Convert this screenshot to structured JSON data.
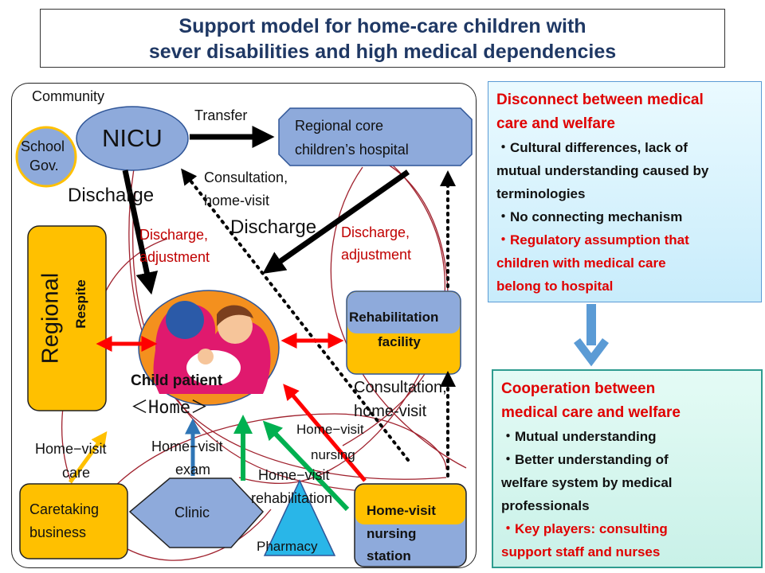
{
  "title": {
    "line1": "Support model for home-care children with",
    "line2": "sever disabilities and high medical dependencies"
  },
  "community_label": "Community",
  "nodes": {
    "nicu": "NICU",
    "school_gov_line1": "School",
    "school_gov_line2": "Gov.",
    "regional_hospital_line1": "Regional core",
    "regional_hospital_line2": "children’s hospital",
    "regional": "Regional",
    "respite": "Respite",
    "rehab_line1": "Rehabilitation",
    "rehab_line2": "facility",
    "child_line1": "Child patient",
    "child_line2": "＜Home＞",
    "caretaking_line1": "Caretaking",
    "caretaking_line2": "business",
    "clinic": "Clinic",
    "pharmacy": "Pharmacy",
    "hv_station_line1": "Home-visit",
    "hv_station_line2": "nursing",
    "hv_station_line3": "station"
  },
  "edge_labels": {
    "transfer": "Transfer",
    "consult_top_line1": "Consultation,",
    "consult_top_line2": "home-visit",
    "discharge_left": "Discharge",
    "discharge_center": "Discharge",
    "discharge_adj_left_line1": "Discharge,",
    "discharge_adj_left_line2": "adjustment",
    "discharge_adj_right_line1": "Discharge,",
    "discharge_adj_right_line2": "adjustment",
    "consult_right_line1": "Consultation,",
    "consult_right_line2": "home-visit",
    "hv_nursing_line1": "Home−visit",
    "hv_nursing_line2": "nursing",
    "hv_care_line1": "Home−visit",
    "hv_care_line2": "care",
    "hv_exam_line1": "Home−visit",
    "hv_exam_line2": "exam",
    "hv_rehab_line1": "Home−visit",
    "hv_rehab_line2": "rehabilitation"
  },
  "panel_top": {
    "heading_line1": "Disconnect between medical",
    "heading_line2": "care and welfare",
    "bullets": [
      {
        "line1": "・Cultural differences, lack of",
        "line2": "mutual understanding caused by",
        "line3": "terminologies"
      },
      {
        "line1": "・No connecting mechanism"
      },
      {
        "line1": "・Regulatory assumption that",
        "line2": "children with medical care",
        "line3": "belong to hospital"
      }
    ]
  },
  "panel_bottom": {
    "heading_line1": "Cooperation between",
    "heading_line2": "medical care and welfare",
    "bullets": [
      {
        "line1": "・Mutual understanding"
      },
      {
        "line1": "・Better understanding of",
        "line2": "welfare system by medical",
        "line3": "professionals"
      },
      {
        "line1": "・Key players: consulting",
        "line2": "support staff and nurses"
      }
    ]
  },
  "colors": {
    "node_blue": "#8eaadb",
    "node_orange": "#ffc000",
    "title_text": "#1f3864",
    "red_text": "#e00000",
    "label_red": "#c00000",
    "arrow_red": "#ff0000",
    "arrow_green": "#00b050",
    "arrow_blue": "#2e75b6",
    "arrow_yellow": "#ffc000",
    "panel_top_bg": "#cdeffb",
    "panel_bottom_bg": "#cff5ec",
    "down_arrow": "#5b9bd5"
  }
}
